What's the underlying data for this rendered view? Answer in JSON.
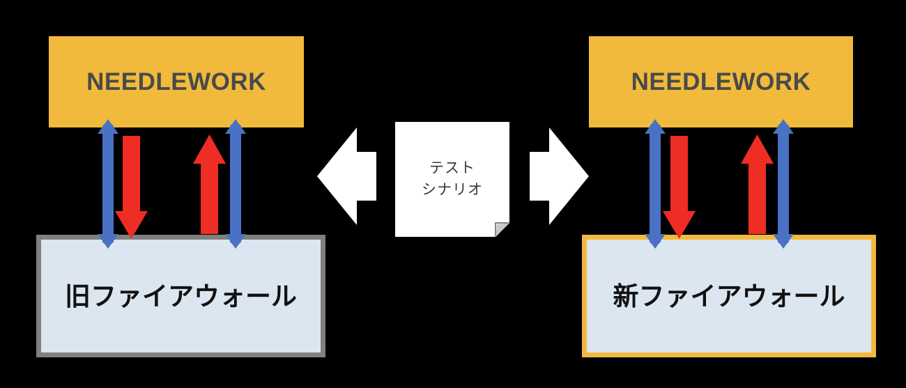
{
  "diagram": {
    "title": "NEEDLEWORK firewall migration test diagram",
    "background_color": "#000000",
    "colors": {
      "needlework_fill": "#F2BA3C",
      "needlework_text": "#4A4A48",
      "firewall_fill": "#DCE6F1",
      "old_firewall_border": "#808080",
      "new_firewall_border": "#F2BA3C",
      "blue_arrow": "#4A72C4",
      "red_arrow": "#EE2D24",
      "document_fill": "#FFFFFF",
      "document_text": "#3A3A3A",
      "chevron_fill": "#FFFFFF"
    }
  },
  "left_group": {
    "name": "old-environment",
    "needlework": {
      "label": "NEEDLEWORK"
    },
    "firewall": {
      "label": "旧ファイアウォール"
    },
    "connectors": [
      {
        "name": "blue-bidirectional-left",
        "color": "#4A72C4",
        "direction": "both"
      },
      {
        "name": "red-downward",
        "color": "#EE2D24",
        "direction": "down"
      },
      {
        "name": "red-upward",
        "color": "#EE2D24",
        "direction": "up"
      },
      {
        "name": "blue-bidirectional-right",
        "color": "#4A72C4",
        "direction": "both"
      }
    ]
  },
  "right_group": {
    "name": "new-environment",
    "needlework": {
      "label": "NEEDLEWORK"
    },
    "firewall": {
      "label": "新ファイアウォール"
    },
    "connectors": [
      {
        "name": "blue-bidirectional-left",
        "color": "#4A72C4",
        "direction": "both"
      },
      {
        "name": "red-downward",
        "color": "#EE2D24",
        "direction": "down"
      },
      {
        "name": "red-upward",
        "color": "#EE2D24",
        "direction": "up"
      },
      {
        "name": "blue-bidirectional-right",
        "color": "#4A72C4",
        "direction": "both"
      }
    ]
  },
  "center": {
    "document": {
      "line1": "テスト",
      "line2": "シナリオ"
    },
    "arrow_left": {
      "name": "apply-to-old-firewall",
      "direction": "left"
    },
    "arrow_right": {
      "name": "apply-to-new-firewall",
      "direction": "right"
    }
  }
}
